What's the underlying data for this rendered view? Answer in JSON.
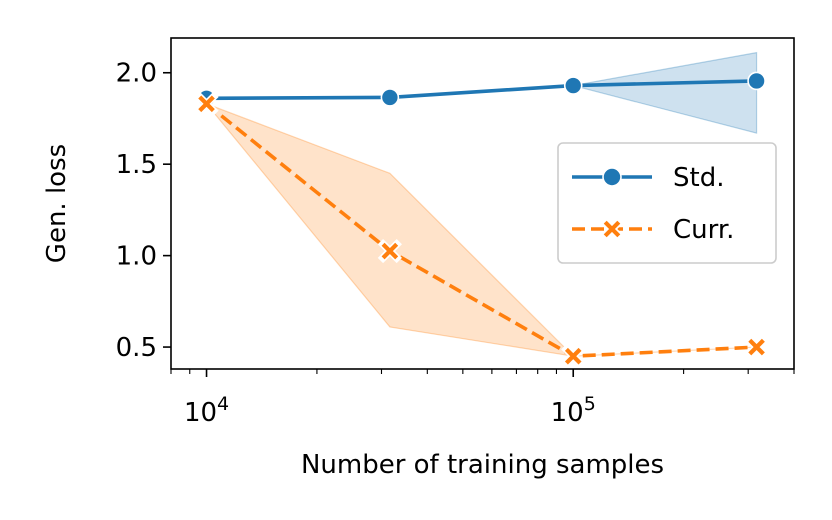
{
  "chart_data": {
    "type": "line",
    "xlabel": "Number of training samples",
    "ylabel": "Gen. loss",
    "xscale": "log",
    "xlim": [
      8000,
      400000
    ],
    "ylim": [
      0.38,
      2.19
    ],
    "x_ticks": [
      {
        "value": 10000,
        "base": "10",
        "exp": "4"
      },
      {
        "value": 100000,
        "base": "10",
        "exp": "5"
      }
    ],
    "y_ticks": [
      {
        "value": 0.5,
        "label": "0.5"
      },
      {
        "value": 1.0,
        "label": "1.0"
      },
      {
        "value": 1.5,
        "label": "1.5"
      },
      {
        "value": 2.0,
        "label": "2.0"
      }
    ],
    "legend_position": "center-right",
    "series": [
      {
        "name": "Std.",
        "color": "#1f77b4",
        "marker": "circle",
        "linestyle": "solid",
        "x": [
          10000,
          31623,
          100000,
          316228
        ],
        "y": [
          1.86,
          1.865,
          1.93,
          1.955
        ],
        "band_low": [
          1.86,
          1.865,
          1.93,
          1.67
        ],
        "band_high": [
          1.86,
          1.865,
          1.93,
          2.11
        ]
      },
      {
        "name": "Curr.",
        "color": "#ff7f0e",
        "marker": "x",
        "linestyle": "dashed",
        "x": [
          10000,
          31623,
          100000,
          316228
        ],
        "y": [
          1.83,
          1.025,
          0.45,
          0.5
        ],
        "band_low": [
          1.83,
          0.61,
          0.45,
          0.5
        ],
        "band_high": [
          1.83,
          1.45,
          0.45,
          0.5
        ]
      }
    ]
  }
}
